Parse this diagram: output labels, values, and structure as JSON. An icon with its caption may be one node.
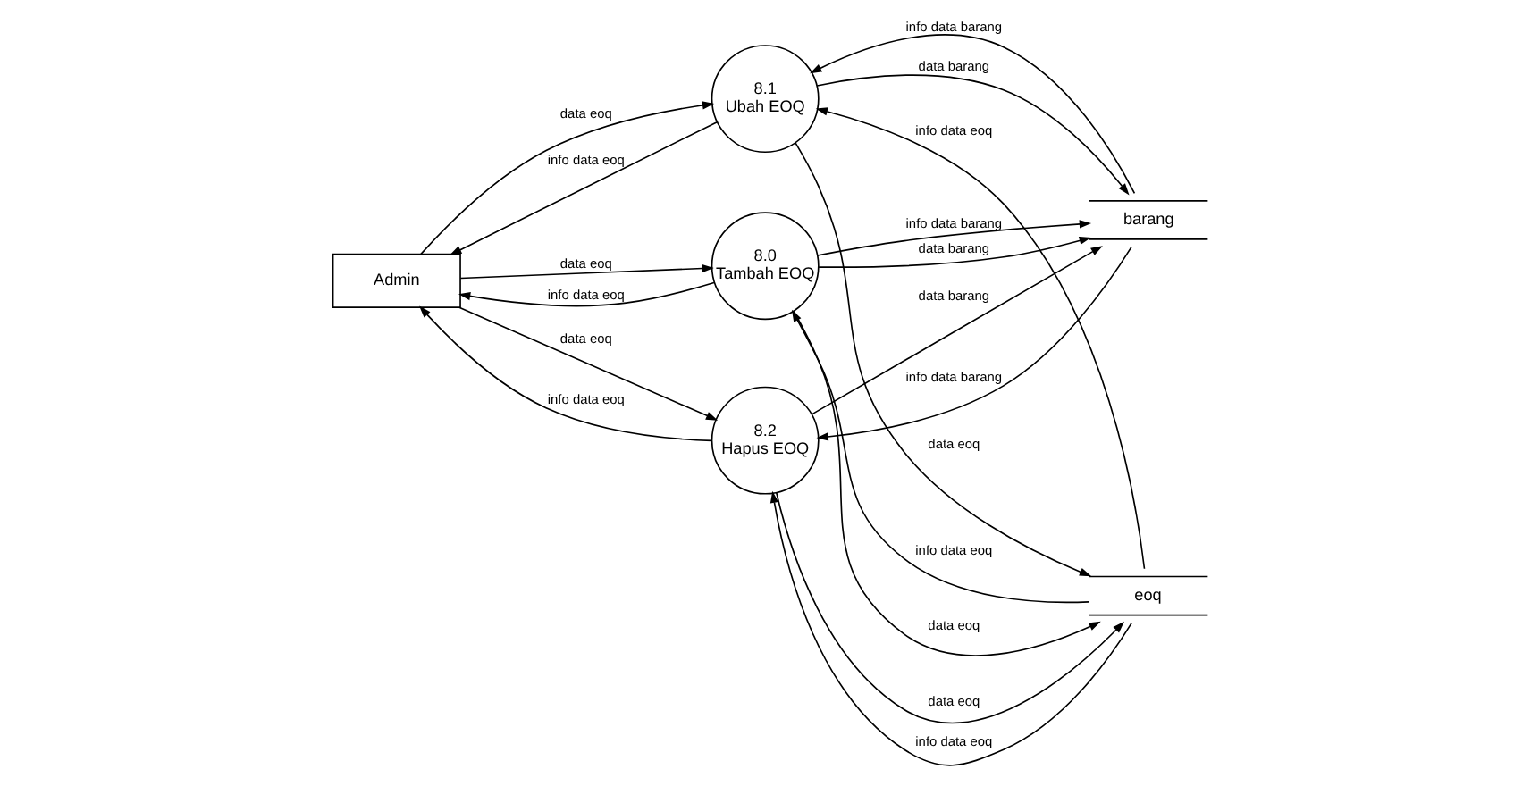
{
  "diagram": {
    "nodes": [
      {
        "text": [
          "Admin"
        ]
      },
      {
        "text": [
          "8.0",
          "Tambah EOQ"
        ]
      },
      {
        "text": [
          "8.1",
          "Ubah EOQ"
        ]
      },
      {
        "text": [
          "8.2",
          "Hapus EOQ"
        ]
      },
      {
        "text": [
          "eoq"
        ]
      },
      {
        "text": [
          "barang"
        ]
      }
    ],
    "edges": [
      {
        "from": 0,
        "to": 1,
        "arrow": "to",
        "label": "data eoq"
      },
      {
        "from": 1,
        "to": 0,
        "arrow": "to",
        "label": "info data eoq"
      },
      {
        "from": 1,
        "to": 4,
        "arrow": "to",
        "label": "data eoq"
      },
      {
        "from": 4,
        "to": 1,
        "arrow": "to",
        "label": "info data eoq"
      },
      {
        "from": 1,
        "to": 5,
        "arrow": "to",
        "label": "data barang"
      },
      {
        "from": 1,
        "to": 5,
        "arrow": "to",
        "label": "info data barang"
      },
      {
        "from": 0,
        "to": 2,
        "arrow": "to",
        "label": "data eoq"
      },
      {
        "from": 2,
        "to": 4,
        "arrow": "to",
        "label": "data eoq"
      },
      {
        "from": 4,
        "to": 2,
        "arrow": "to",
        "label": "info data eoq"
      },
      {
        "from": 2,
        "to": 0,
        "arrow": "to",
        "label": "info data eoq"
      },
      {
        "from": 2,
        "to": 5,
        "arrow": "to",
        "label": "data barang"
      },
      {
        "from": 5,
        "to": 2,
        "arrow": "to",
        "label": "info data barang"
      },
      {
        "from": 3,
        "to": 5,
        "arrow": "to",
        "label": "data barang"
      },
      {
        "from": 5,
        "to": 3,
        "arrow": "to",
        "label": "info data barang"
      },
      {
        "from": 0,
        "to": 3,
        "arrow": "to",
        "label": "data eoq"
      },
      {
        "from": 3,
        "to": 0,
        "arrow": "to",
        "label": "info data eoq"
      },
      {
        "from": 3,
        "to": 4,
        "arrow": "to",
        "label": "data eoq"
      },
      {
        "from": 4,
        "to": 3,
        "arrow": "to",
        "label": "info data eoq"
      }
    ]
  }
}
